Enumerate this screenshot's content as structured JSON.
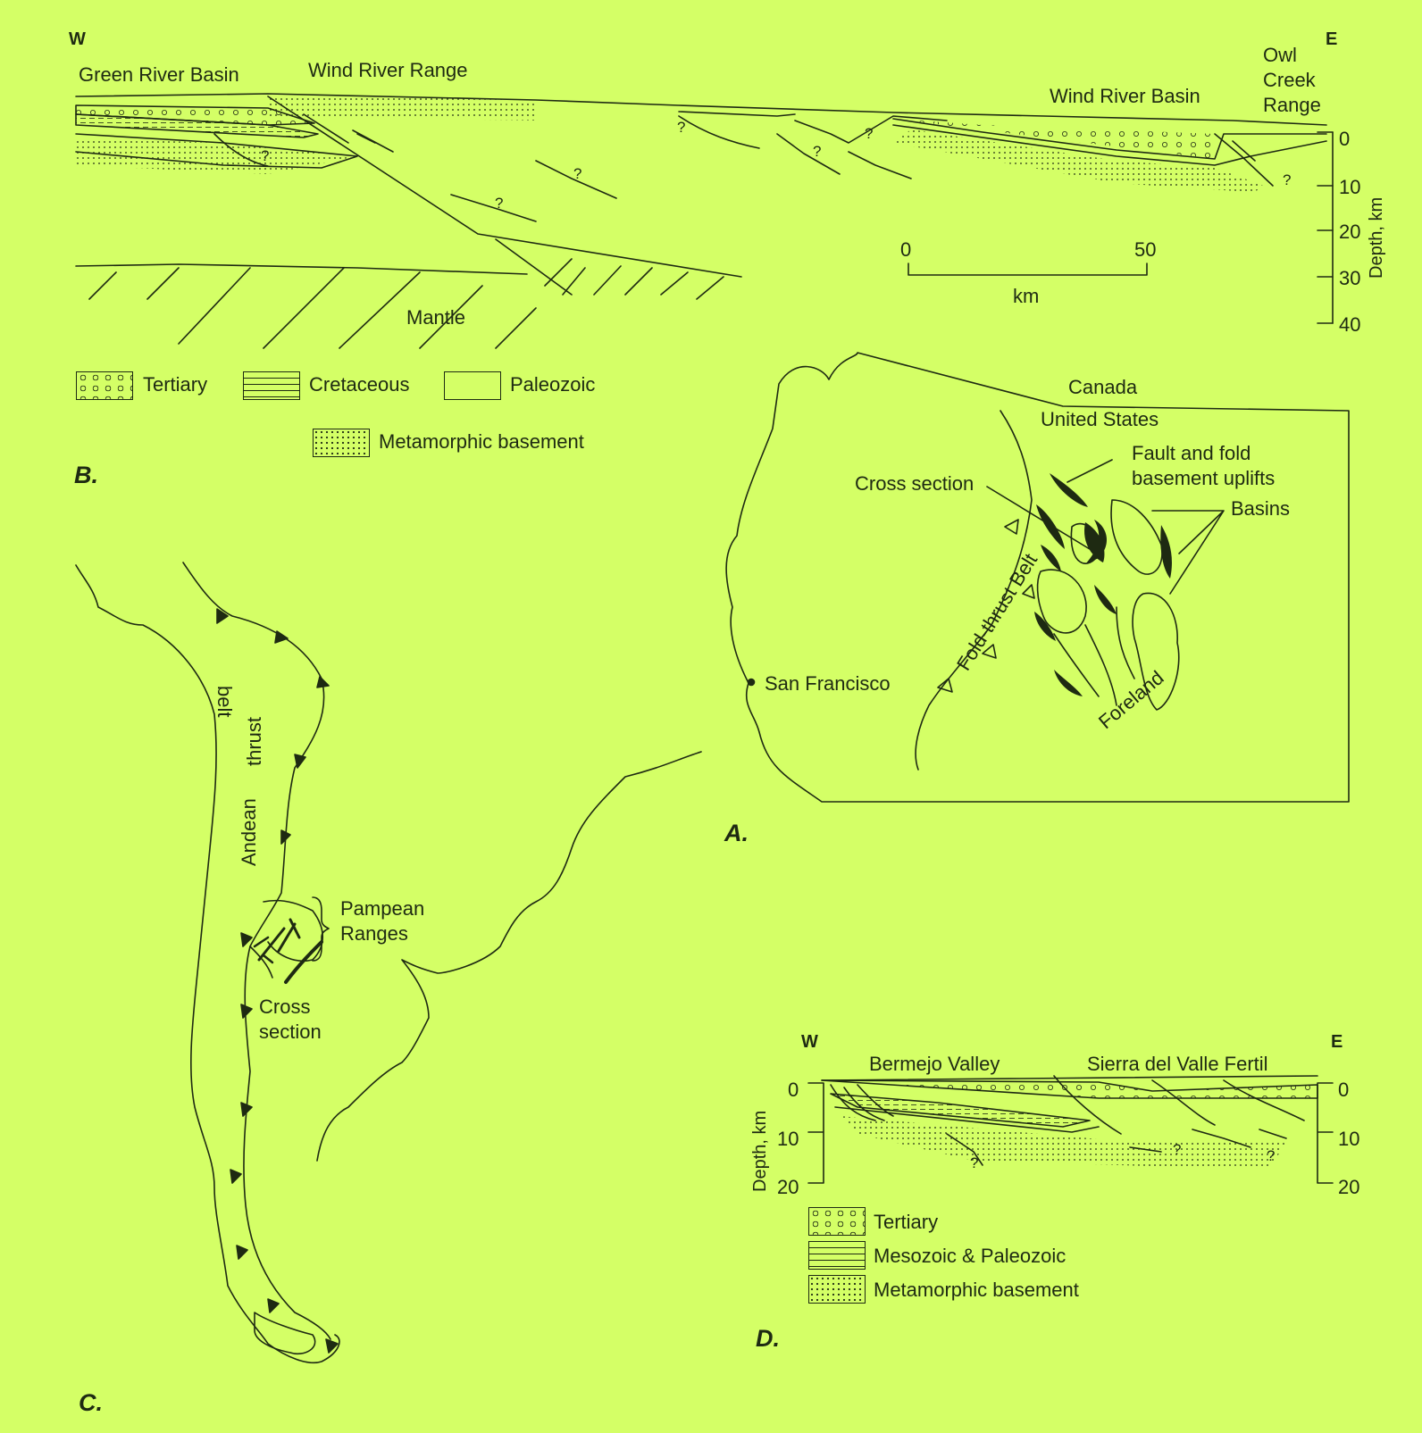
{
  "panels": {
    "a": "A.",
    "b": "B.",
    "c": "C.",
    "d": "D."
  },
  "section_b": {
    "west": "W",
    "east": "E",
    "green_river_basin": "Green River Basin",
    "wind_river_range": "Wind River  Range",
    "wind_river_basin": "Wind River  Basin",
    "owl_creek_range": [
      "Owl",
      "Creek",
      "Range"
    ],
    "mantle": "Mantle",
    "question_mark": "?",
    "depth_axis_label": "Depth, km",
    "depth_ticks": [
      "0",
      "10",
      "20",
      "30",
      "40"
    ],
    "scale_bar": {
      "start": "0",
      "end": "50",
      "unit": "km"
    },
    "legend": {
      "tertiary": "Tertiary",
      "cretaceous": "Cretaceous",
      "paleozoic": "Paleozoic",
      "metamorphic": "Metamorphic basement"
    }
  },
  "map_a": {
    "canada": "Canada",
    "united_states": "United States",
    "fault_fold": [
      "Fault and fold",
      "basement uplifts"
    ],
    "cross_section": "Cross section",
    "basins": "Basins",
    "fold_thrust_belt": "Fold-thrust Belt",
    "san_francisco": "San Francisco",
    "foreland": "Foreland"
  },
  "map_c": {
    "belt_words": [
      "Andean",
      "thrust",
      "belt"
    ],
    "pampean": [
      "Pampean",
      "Ranges"
    ],
    "cross_section": [
      "Cross",
      "section"
    ]
  },
  "section_d": {
    "west": "W",
    "east": "E",
    "bermejo_valley": "Bermejo Valley",
    "sierra": "Sierra del Valle Fertil",
    "depth_axis_label": "Depth, km",
    "depth_ticks_left": [
      "0",
      "10",
      "20"
    ],
    "depth_ticks_right": [
      "0",
      "10",
      "20"
    ],
    "question_mark": "?",
    "legend": {
      "tertiary": "Tertiary",
      "mesozoic": "Mesozoic & Paleozoic",
      "metamorphic": "Metamorphic basement"
    }
  },
  "colors": {
    "background": "#d4ff66",
    "ink": "#1e2a12"
  }
}
